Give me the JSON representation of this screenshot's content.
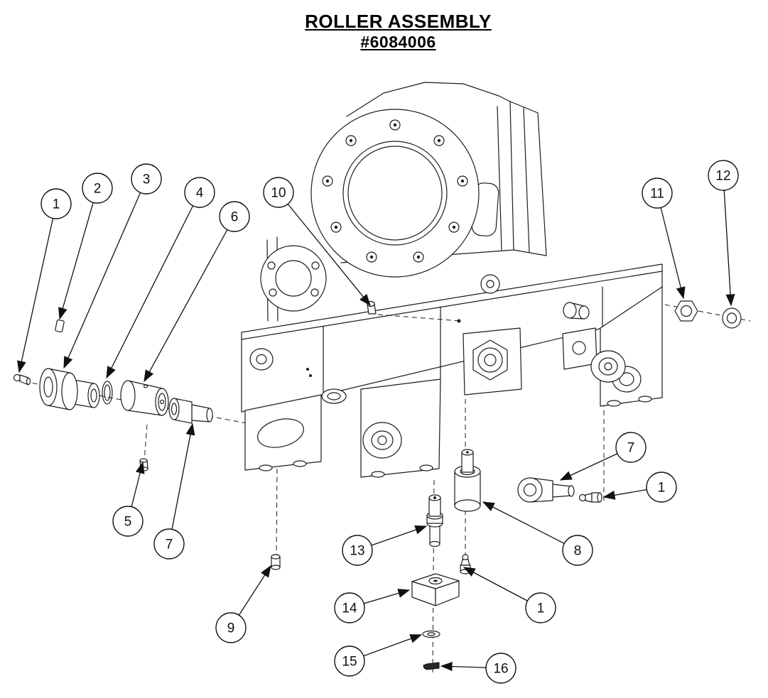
{
  "title": {
    "line1": "ROLLER ASSEMBLY",
    "line2": "#6084006"
  },
  "callouts": [
    {
      "label": "1"
    },
    {
      "label": "2"
    },
    {
      "label": "3"
    },
    {
      "label": "4"
    },
    {
      "label": "6"
    },
    {
      "label": "10"
    },
    {
      "label": "11"
    },
    {
      "label": "12"
    },
    {
      "label": "5"
    },
    {
      "label": "7"
    },
    {
      "label": "9"
    },
    {
      "label": "13"
    },
    {
      "label": "8"
    },
    {
      "label": "14"
    },
    {
      "label": "1"
    },
    {
      "label": "15"
    },
    {
      "label": "16"
    },
    {
      "label": "7"
    },
    {
      "label": "1"
    }
  ]
}
